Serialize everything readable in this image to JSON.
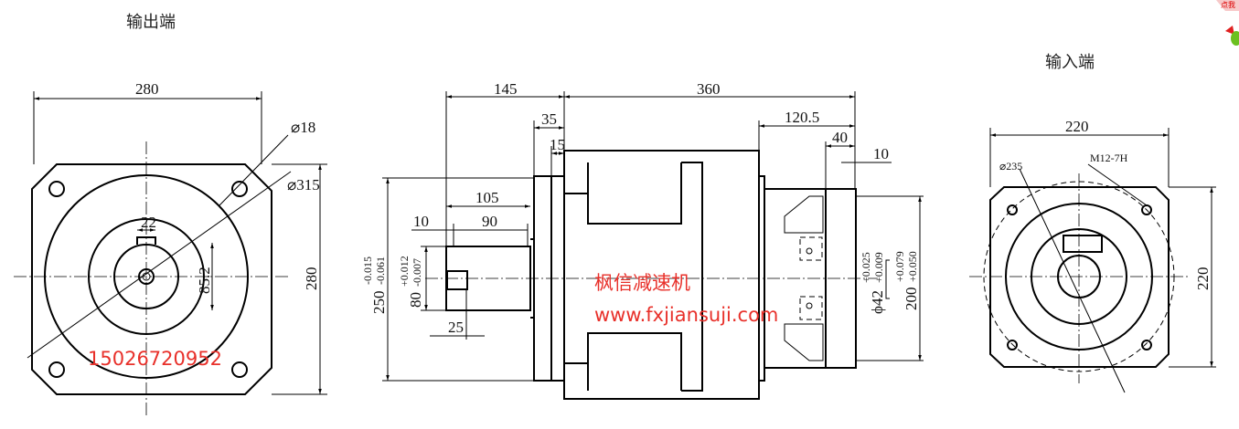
{
  "views": {
    "output_end": {
      "title": "输出端",
      "dims": {
        "width": "280",
        "height": "280",
        "hole": "⌀18",
        "pcd": "⌀315",
        "key": "22",
        "key_height": "85.2"
      }
    },
    "side": {
      "dims": {
        "d145": "145",
        "d360": "360",
        "d35": "35",
        "d15": "15",
        "d120": "120.5",
        "d40": "40",
        "d10r": "10",
        "d105": "105",
        "d10": "10",
        "d90": "90",
        "d25": "25",
        "flange": "250",
        "flange_tol_u": "-0.015",
        "flange_tol_l": "-0.061",
        "shaft": "80",
        "shaft_tol_u": "+0.012",
        "shaft_tol_l": "-0.007",
        "bore": "ϕ42",
        "bore_tol_u": "+0.025",
        "bore_tol_l": "+0.009",
        "pilot": "200",
        "pilot_tol_u": "+0.079",
        "pilot_tol_l": "+0.050"
      }
    },
    "input_end": {
      "title": "输入端",
      "dims": {
        "width": "220",
        "height": "220",
        "pcd": "⌀235",
        "thread": "M12-7H"
      }
    }
  },
  "watermark": {
    "company": "枫信减速机",
    "url": "www.fxjiansuji.com",
    "phone": "15026720952",
    "color": "#e8302a"
  },
  "corner_badge": {
    "text": "点我"
  }
}
